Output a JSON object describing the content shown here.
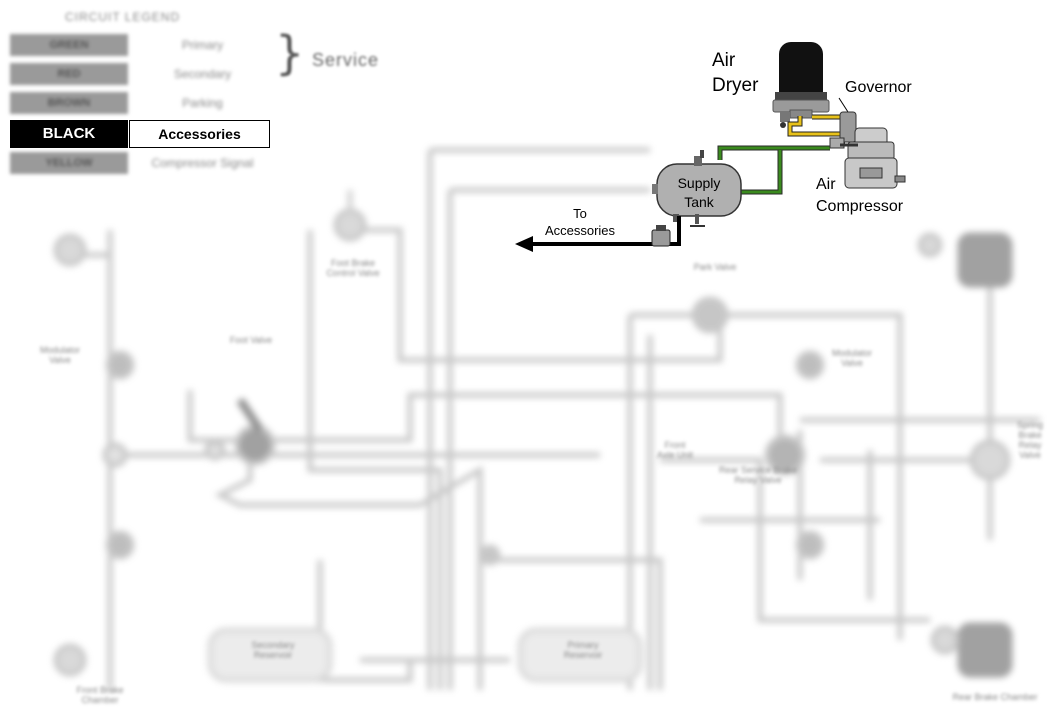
{
  "legend": {
    "title": "CIRCUIT LEGEND",
    "rows": [
      {
        "color": "GREEN",
        "desc": "Primary"
      },
      {
        "color": "RED",
        "desc": "Secondary"
      },
      {
        "color": "BROWN",
        "desc": "Parking"
      },
      {
        "color": "BLACK",
        "desc": "Accessories"
      },
      {
        "color": "YELLOW",
        "desc": "Compressor Signal"
      }
    ],
    "group_label": "Service",
    "highlight_color": "#000000"
  },
  "labels": {
    "air_dryer": [
      "Air",
      "Dryer"
    ],
    "governor": "Governor",
    "air_compressor": [
      "Air",
      "Compressor"
    ],
    "supply_tank": [
      "Supply",
      "Tank"
    ],
    "to_accessories": [
      "To",
      "Accessories"
    ]
  },
  "background_labels": {
    "foot_brake_valve": "Foot Brake Control Valve",
    "park_valve": "Park Valve",
    "foot_valve": "Foot Valve",
    "relay_left": "Modulator Valve",
    "relay_right": "Modulator Valve",
    "relay_center": "Rear Service Brake Relay Valve",
    "secondary_reservoir": "Secondary Reservoir",
    "primary_reservoir": "Primary Reservoir",
    "front_brake_chamber": "Front Brake Chamber",
    "rear_brake_chamber": "Rear Brake Chamber",
    "spring_brake_relay": "Spring Brake Relay Valve",
    "front_axle": "Front Axle Unit"
  },
  "colors": {
    "primary_green": "#3a8a1e",
    "governor_yellow": "#e8c21a",
    "accessory_black": "#000000",
    "tank_gray": "#b0b0b0"
  }
}
